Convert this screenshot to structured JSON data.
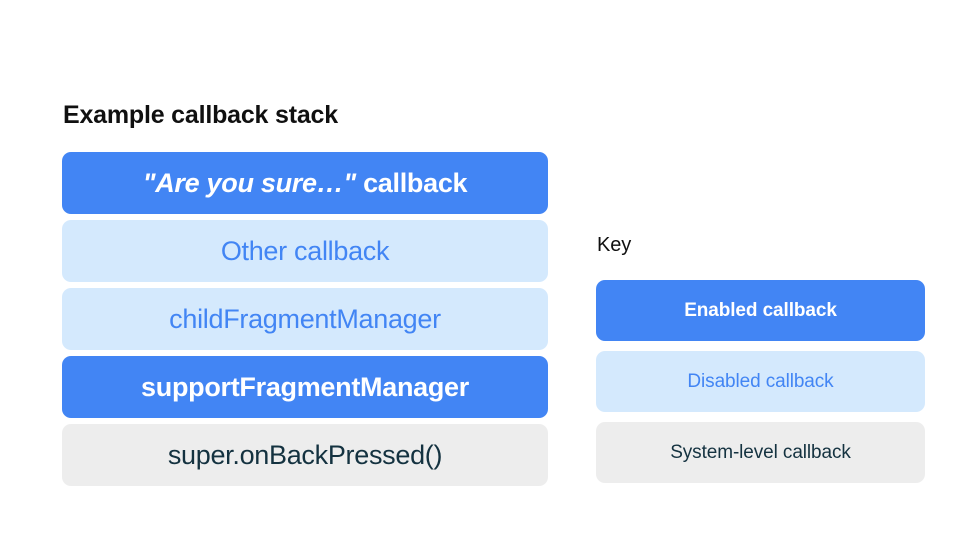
{
  "colors": {
    "background": "#FFFFFF",
    "enabled_fill": "#4285F4",
    "enabled_text": "#FFFFFF",
    "disabled_fill": "#D4E9FD",
    "disabled_text": "#4285F4",
    "system_fill": "#EDEDED",
    "system_text": "#143240",
    "heading_text": "#101010"
  },
  "stack": {
    "title": "Example callback stack",
    "items": [
      {
        "label": "\"Are you sure…\" callback",
        "quoted_part": "\"Are you sure…\"",
        "plain_part": " callback",
        "state": "enabled"
      },
      {
        "label": "Other callback",
        "state": "disabled"
      },
      {
        "label": "childFragmentManager",
        "state": "disabled"
      },
      {
        "label": "supportFragmentManager",
        "state": "enabled"
      },
      {
        "label": "super.onBackPressed()",
        "state": "system"
      }
    ]
  },
  "key": {
    "title": "Key",
    "items": [
      {
        "label": "Enabled callback",
        "state": "enabled"
      },
      {
        "label": "Disabled callback",
        "state": "disabled"
      },
      {
        "label": "System-level callback",
        "state": "system"
      }
    ]
  }
}
